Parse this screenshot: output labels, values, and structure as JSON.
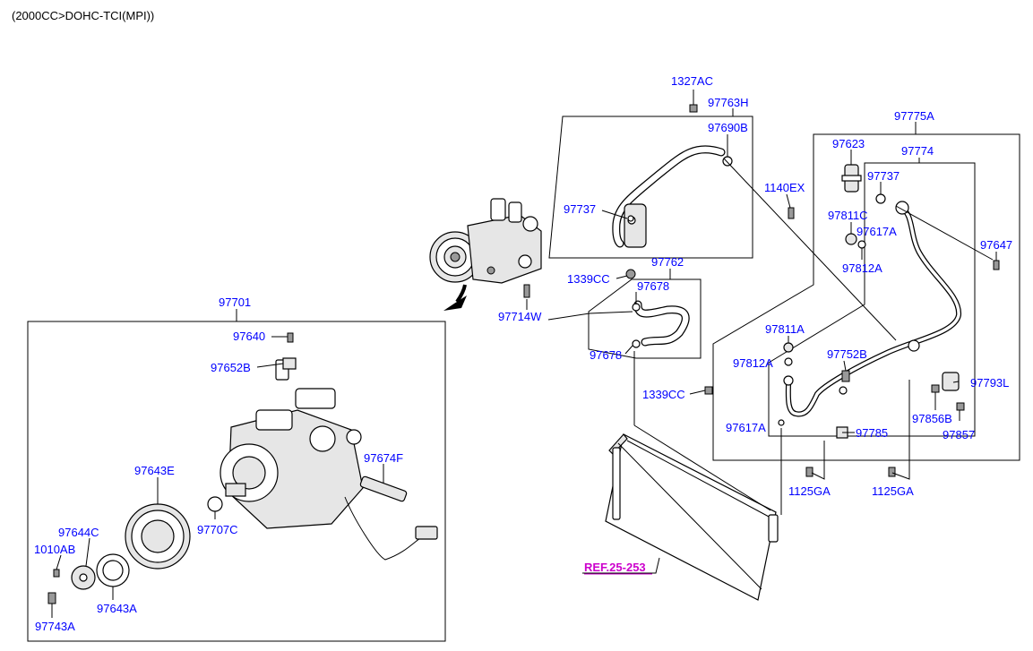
{
  "header": {
    "engine_spec": "(2000CC>DOHC-TCI(MPI))"
  },
  "colors": {
    "part_label": "#0000ff",
    "reference_label": "#cc00cc",
    "line": "#000000"
  },
  "part_labels": {
    "p1327AC": "1327AC",
    "p97763H": "97763H",
    "p97690B": "97690B",
    "p97737_top": "97737",
    "p1339CC_top": "1339CC",
    "p97762": "97762",
    "p97678_upper": "97678",
    "p97678_lower": "97678",
    "p97714W": "97714W",
    "p97775A": "97775A",
    "p97623": "97623",
    "p97774": "97774",
    "p97737_right": "97737",
    "p1140EX": "1140EX",
    "p97811C": "97811C",
    "p97617A_upper": "97617A",
    "p97812A_upper": "97812A",
    "p97647": "97647",
    "p97811A": "97811A",
    "p97812A_lower": "97812A",
    "p97752B": "97752B",
    "p1339CC_lower": "1339CC",
    "p97617A_lower": "97617A",
    "p97793L": "97793L",
    "p97856B": "97856B",
    "p97857": "97857",
    "p97785": "97785",
    "p1125GA_left": "1125GA",
    "p1125GA_right": "1125GA",
    "p97701": "97701",
    "p97640": "97640",
    "p97652B": "97652B",
    "p97674F": "97674F",
    "p97643E": "97643E",
    "p97707C": "97707C",
    "p97644C": "97644C",
    "p1010AB": "1010AB",
    "p97643A": "97643A",
    "p97743A": "97743A"
  },
  "reference_labels": {
    "ref_25_253": "REF.25-253"
  }
}
